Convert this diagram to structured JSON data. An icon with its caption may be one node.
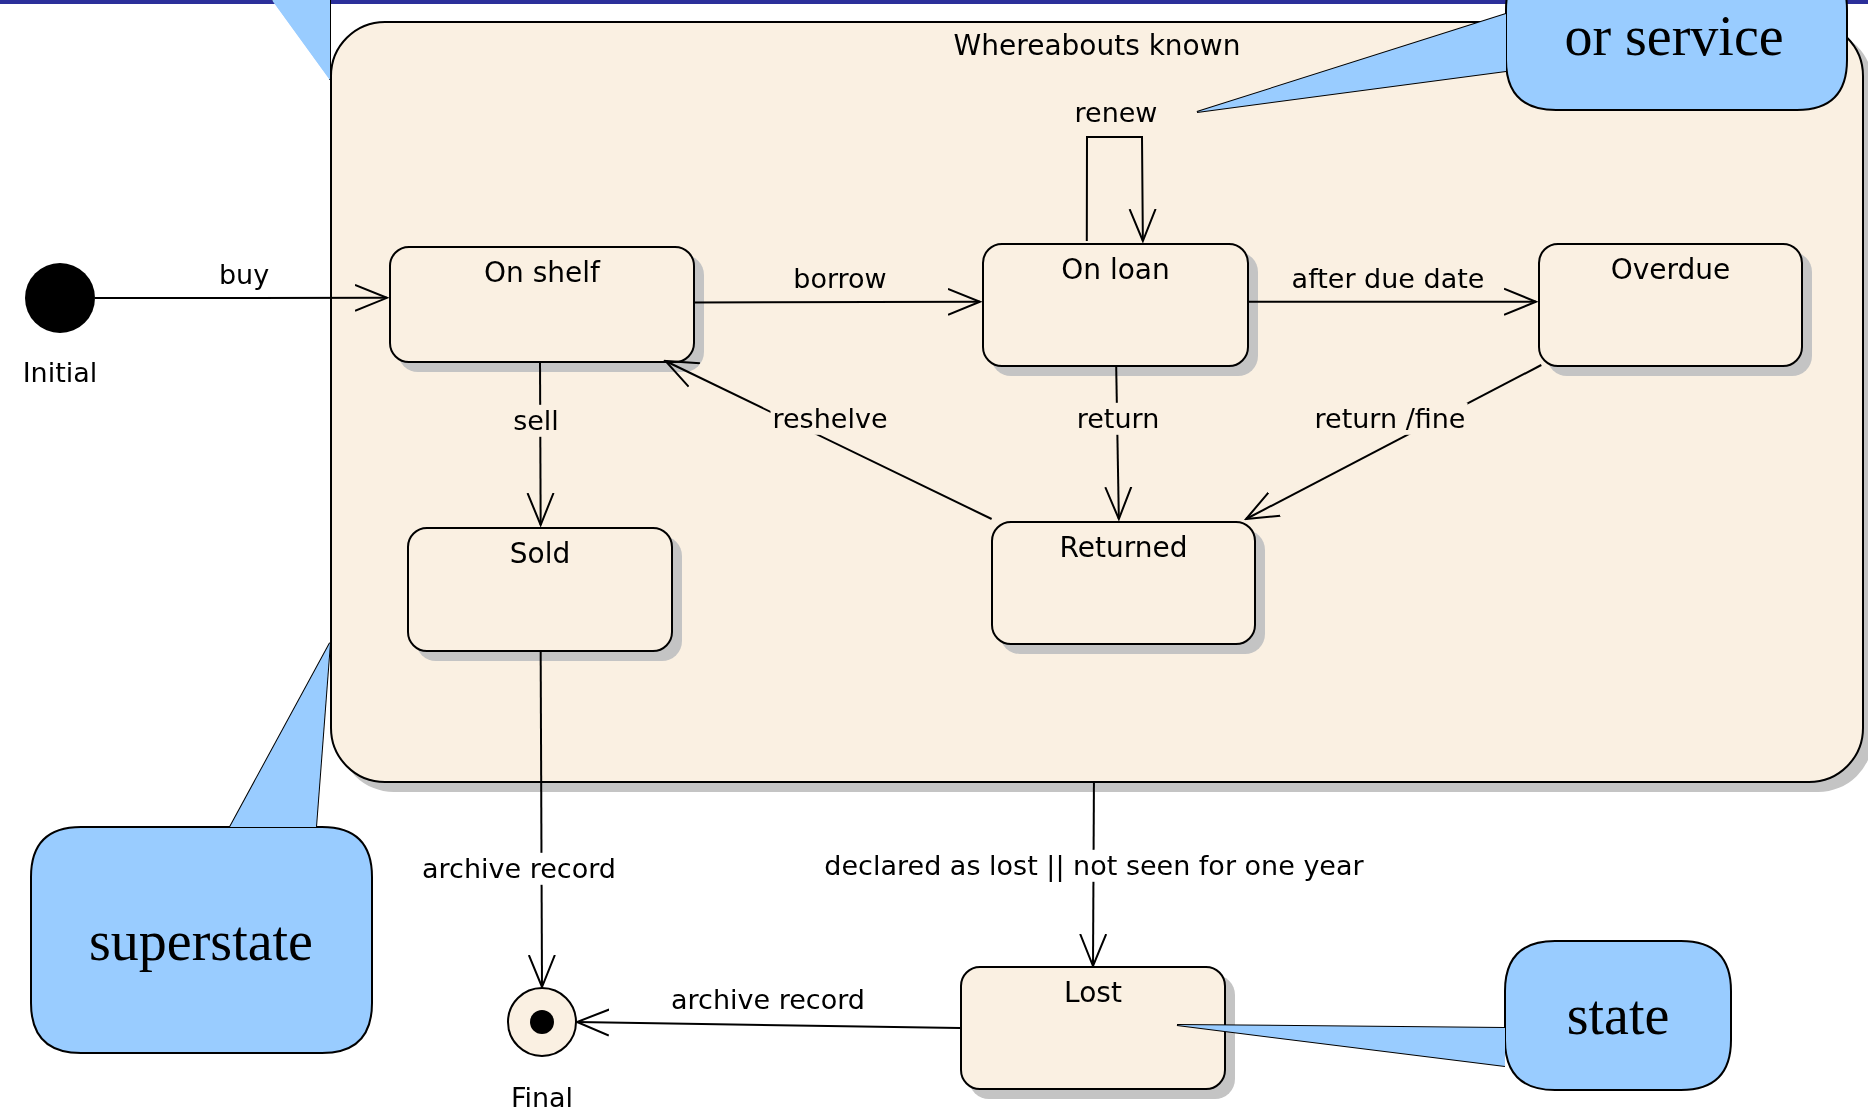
{
  "diagram": {
    "nodes": [
      {
        "text": [
          "Whereabouts known"
        ]
      },
      {
        "text": [
          "On shelf"
        ],
        "in": 0
      },
      {
        "text": [
          "On loan"
        ],
        "in": 0
      },
      {
        "text": [
          "Overdue"
        ],
        "in": 0
      },
      {
        "text": [
          "Sold"
        ],
        "in": 0
      },
      {
        "text": [
          "Returned"
        ],
        "in": 0
      },
      {
        "text": [],
        "shape": "circle",
        "beside": [
          "Initial"
        ]
      },
      {
        "text": [],
        "shape": "circle",
        "beside": [
          "Final"
        ]
      },
      {
        "text": [
          "Lost"
        ]
      },
      {
        "text": [],
        "shape": "callout"
      },
      {
        "text": [
          "or service"
        ]
      },
      {
        "text": [
          "superstate"
        ]
      },
      {
        "text": [
          "state"
        ]
      }
    ],
    "edges": [
      {
        "from": 6,
        "to": 1,
        "arrow": "to",
        "label": "buy"
      },
      {
        "from": 1,
        "to": 2,
        "arrow": "to",
        "label": "borrow"
      },
      {
        "from": 2,
        "to": 2,
        "arrow": "to",
        "label": "renew"
      },
      {
        "from": 2,
        "to": 3,
        "arrow": "to",
        "label": "after due date"
      },
      {
        "from": 1,
        "to": 4,
        "arrow": "to",
        "label": "sell"
      },
      {
        "from": 2,
        "to": 5,
        "arrow": "to",
        "label": "return"
      },
      {
        "from": 3,
        "to": 5,
        "arrow": "to",
        "label": "return /fine"
      },
      {
        "from": 5,
        "to": 1,
        "arrow": "to",
        "label": "reshelve"
      },
      {
        "from": 4,
        "to": 7,
        "arrow": "to",
        "label": "archive record"
      },
      {
        "from": 0,
        "to": 8,
        "arrow": "to",
        "label": "declared as lost || not seen for one year"
      },
      {
        "from": 8,
        "to": 7,
        "arrow": "to",
        "label": "archive record"
      }
    ]
  }
}
